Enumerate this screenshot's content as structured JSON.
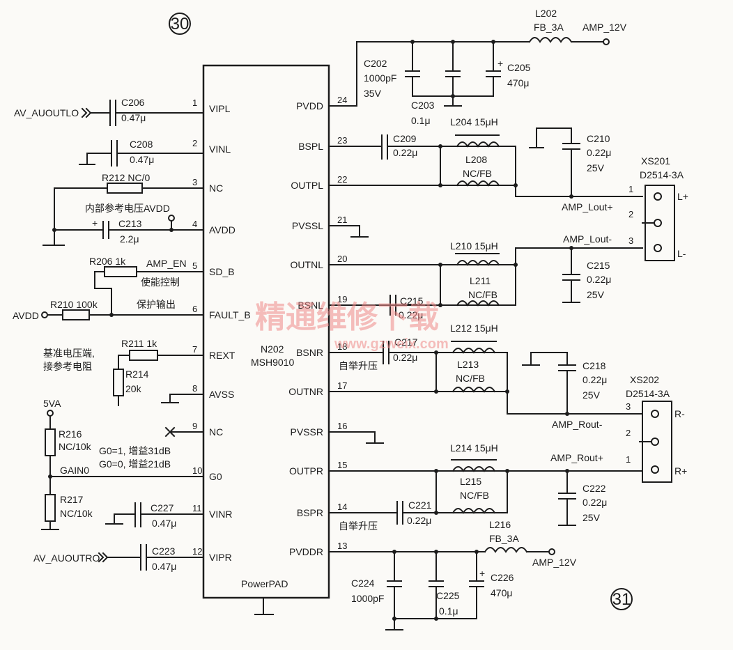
{
  "page_markers": {
    "top": "30",
    "bottom": "31"
  },
  "chip": {
    "ref": "N202",
    "part": "MSH9010",
    "pad": "PowerPAD"
  },
  "left_pins": [
    {
      "num": "1",
      "name": "VIPL"
    },
    {
      "num": "2",
      "name": "VINL"
    },
    {
      "num": "3",
      "name": "NC"
    },
    {
      "num": "4",
      "name": "AVDD"
    },
    {
      "num": "5",
      "name": "SD_B"
    },
    {
      "num": "6",
      "name": "FAULT_B"
    },
    {
      "num": "7",
      "name": "REXT"
    },
    {
      "num": "8",
      "name": "AVSS"
    },
    {
      "num": "9",
      "name": "NC"
    },
    {
      "num": "10",
      "name": "G0"
    },
    {
      "num": "11",
      "name": "VINR"
    },
    {
      "num": "12",
      "name": "VIPR"
    }
  ],
  "right_pins": [
    {
      "num": "24",
      "name": "PVDD"
    },
    {
      "num": "23",
      "name": "BSPL"
    },
    {
      "num": "22",
      "name": "OUTPL"
    },
    {
      "num": "21",
      "name": "PVSSL"
    },
    {
      "num": "20",
      "name": "OUTNL"
    },
    {
      "num": "19",
      "name": "BSNL"
    },
    {
      "num": "18",
      "name": "BSNR"
    },
    {
      "num": "17",
      "name": "OUTNR"
    },
    {
      "num": "16",
      "name": "PVSSR"
    },
    {
      "num": "15",
      "name": "OUTPR"
    },
    {
      "num": "14",
      "name": "BSPR"
    },
    {
      "num": "13",
      "name": "PVDDR"
    }
  ],
  "nets": {
    "av_out_l": "AV_AUOUTLO",
    "av_out_r": "AV_AUOUTRO",
    "avdd": "AVDD",
    "amp_en": "AMP_EN",
    "five_va": "5VA",
    "gain0": "GAIN0",
    "amp_12v_top": "AMP_12V",
    "amp_12v_bottom": "AMP_12V",
    "lout_p": "AMP_Lout+",
    "lout_n": "AMP_Lout-",
    "rout_n": "AMP_Rout-",
    "rout_p": "AMP_Rout+"
  },
  "components": {
    "C206": {
      "ref": "C206",
      "value": "0.47μ"
    },
    "C208": {
      "ref": "C208",
      "value": "0.47μ"
    },
    "R212": {
      "ref": "R212 NC/0"
    },
    "C213": {
      "ref": "C213",
      "value": "2.2μ",
      "polarity": "+"
    },
    "R206": {
      "ref": "R206 1k"
    },
    "R210": {
      "ref": "R210 100k"
    },
    "R211": {
      "ref": "R211 1k"
    },
    "R214": {
      "ref": "R214",
      "value": "20k"
    },
    "R216": {
      "ref": "R216",
      "value": "NC/10k"
    },
    "R217": {
      "ref": "R217",
      "value": "NC/10k"
    },
    "C227": {
      "ref": "C227",
      "value": "0.47μ"
    },
    "C223": {
      "ref": "C223",
      "value": "0.47μ"
    },
    "L202": {
      "ref": "L202",
      "value": "FB_3A"
    },
    "C202": {
      "ref": "C202",
      "value": "1000pF",
      "voltage": "35V"
    },
    "C203": {
      "ref": "C203",
      "value": "0.1μ"
    },
    "C205": {
      "ref": "C205",
      "value": "470μ",
      "polarity": "+"
    },
    "C209": {
      "ref": "C209",
      "value": "0.22μ"
    },
    "L204": {
      "ref": "L204 15μH"
    },
    "L208": {
      "ref": "L208",
      "value": "NC/FB"
    },
    "C210": {
      "ref": "C210",
      "value": "0.22μ",
      "voltage": "25V"
    },
    "L210": {
      "ref": "L210 15μH"
    },
    "L211": {
      "ref": "L211",
      "value": "NC/FB"
    },
    "C215a": {
      "ref": "C215",
      "value": "0.22μ",
      "voltage": "25V"
    },
    "C215b": {
      "ref": "C215",
      "value": "0.22μ"
    },
    "L212": {
      "ref": "L212 15μH"
    },
    "C217": {
      "ref": "C217",
      "value": "0.22μ"
    },
    "L213": {
      "ref": "L213",
      "value": "NC/FB"
    },
    "C218": {
      "ref": "C218",
      "value": "0.22μ",
      "voltage": "25V"
    },
    "L214": {
      "ref": "L214 15μH"
    },
    "L215": {
      "ref": "L215",
      "value": "NC/FB"
    },
    "C221": {
      "ref": "C221",
      "value": "0.22μ"
    },
    "C222": {
      "ref": "C222",
      "value": "0.22μ",
      "voltage": "25V"
    },
    "L216": {
      "ref": "L216",
      "value": "FB_3A"
    },
    "C224": {
      "ref": "C224",
      "value": "1000pF"
    },
    "C225": {
      "ref": "C225",
      "value": "0.1μ"
    },
    "C226": {
      "ref": "C226",
      "value": "470μ",
      "polarity": "+"
    }
  },
  "connectors": {
    "XS201": {
      "ref": "XS201",
      "part": "D2514-3A",
      "pins": [
        "1",
        "2",
        "3"
      ],
      "labels": [
        "L+",
        "L-"
      ]
    },
    "XS202": {
      "ref": "XS202",
      "part": "D2514-3A",
      "pins": [
        "3",
        "2",
        "1"
      ],
      "labels": [
        "R-",
        "R+"
      ]
    }
  },
  "annotations": {
    "avdd_ref": "内部参考电压AVDD",
    "enable": "使能控制",
    "fault": "保护输出",
    "rext_1": "基准电压端,",
    "rext_2": "接参考电阻",
    "gain_31": "G0=1, 增益31dB",
    "gain_21": "G0=0, 增益21dB",
    "bootstrap_1": "自举升压",
    "bootstrap_2": "自举升压"
  },
  "watermark": {
    "text": "精通维修下载",
    "url": "www.gzweix.com"
  }
}
